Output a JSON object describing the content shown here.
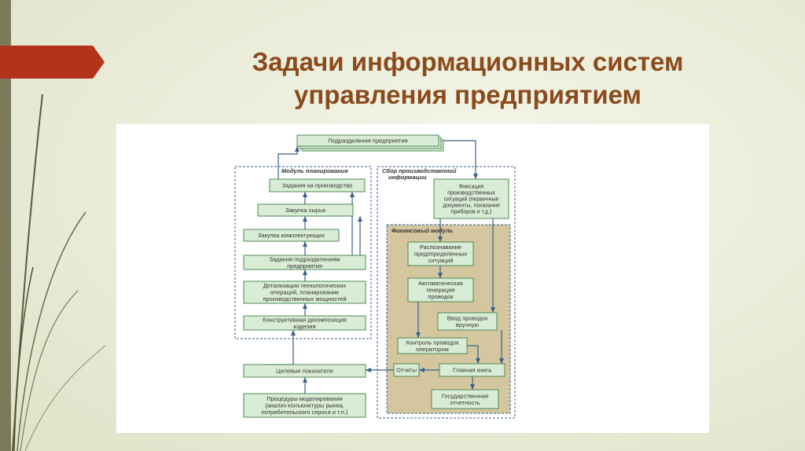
{
  "slide": {
    "title_line1": "Задачи информационных систем",
    "title_line2": "управления предприятием"
  },
  "diagram": {
    "top_box": "Подразделения предприятия",
    "planning_module": {
      "label": "Модуль планирования",
      "boxes": [
        [
          "Задания на производство"
        ],
        [
          "Закупка сырья"
        ],
        [
          "Закупка комплектующих"
        ],
        [
          "Задания подразделениям",
          "предприятия"
        ],
        [
          "Детализация технологических",
          "операций, планирование",
          "производственных мощностей"
        ],
        [
          "Конструктивная декомпозиция",
          "изделия"
        ]
      ]
    },
    "collection": {
      "label_line1": "Сбор производственной",
      "label_line2": "информации",
      "box": [
        "Фиксация",
        "производственных",
        "ситуаций (первичные",
        "документы, показания",
        "приборов и т.д.)"
      ]
    },
    "financial_module": {
      "label": "Финансовый модуль",
      "boxes": {
        "recognition": [
          "Распознавание",
          "предопределенных",
          "ситуаций"
        ],
        "autogen": [
          "Автоматическая",
          "генерация",
          "проводок"
        ],
        "manual": [
          "Ввод проводок",
          "вручную"
        ],
        "control": [
          "Контроль проводок",
          "оператором"
        ],
        "reports": [
          "Отчеты"
        ],
        "ledger": [
          "Главная книга"
        ],
        "state": [
          "Государственная",
          "отчетность"
        ]
      }
    },
    "targets": [
      "Целевые показатели"
    ],
    "modeling": [
      "Процедуры моделирования",
      "(анализ конъюнктуры рынка,",
      "потребительского спроса и т.п.)"
    ]
  },
  "colors": {
    "title": "#8b4a1c",
    "accent_tab": "#b2321c",
    "box_fill": "#d9ecd5",
    "box_border": "#4f8a55",
    "financial_fill": "#d4c79f",
    "line": "#3a5f8c"
  }
}
